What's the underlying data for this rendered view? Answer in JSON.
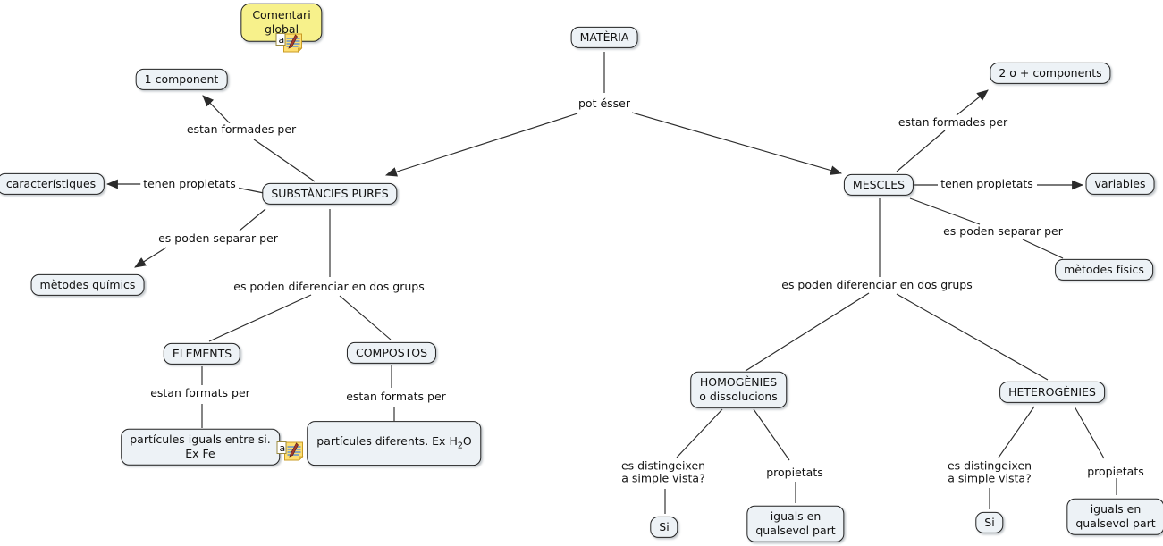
{
  "title": "Concept map: MATÈRIA",
  "colors": {
    "background": "#ffffff",
    "node_fill": "#edf2f6",
    "node_border": "#222222",
    "comment_fill": "#f7f18b",
    "line": "#2b2b2b",
    "text": "#111111"
  },
  "comment": {
    "line1": "Comentari",
    "line2": "global"
  },
  "annotation_icon_letter": "a",
  "nodes": {
    "materia": "MATÈRIA",
    "one_component": "1 component",
    "caracteristiques": "característiques",
    "substancies_pures": "SUBSTÀNCIES PURES",
    "metodes_quimics": "mètodes químics",
    "elements": "ELEMENTS",
    "compostos": "COMPOSTOS",
    "particules_iguals_line1": "partícules iguals entre si.",
    "particules_iguals_line2": "Ex Fe",
    "particules_diferents_text": "partícules diferents. Ex",
    "formula_h": "H",
    "formula_sub": "2",
    "formula_o": "O",
    "dos_components": "2 o + components",
    "mescles": "MESCLES",
    "variables": "variables",
    "metodes_fisics": "mètodes físics",
    "homogenies_line1": "HOMOGÈNIES",
    "homogenies_line2": "o dissolucions",
    "heterogenies": "HETEROGÈNIES",
    "si": "Si",
    "iguals_line1": "iguals en",
    "iguals_line2": "qualsevol part"
  },
  "links": {
    "pot_esser": "pot ésser",
    "estan_formades_per": "estan formades per",
    "tenen_propietats": "tenen propietats",
    "es_poden_separar_per": "es poden separar per",
    "diferenciar_dos_grups": "es poden diferenciar en dos grups",
    "estan_formats_per": "estan formats per",
    "es_distingeixen_line1": "es distingeixen",
    "es_distingeixen_line2": "a simple vista?",
    "propietats": "propietats"
  }
}
